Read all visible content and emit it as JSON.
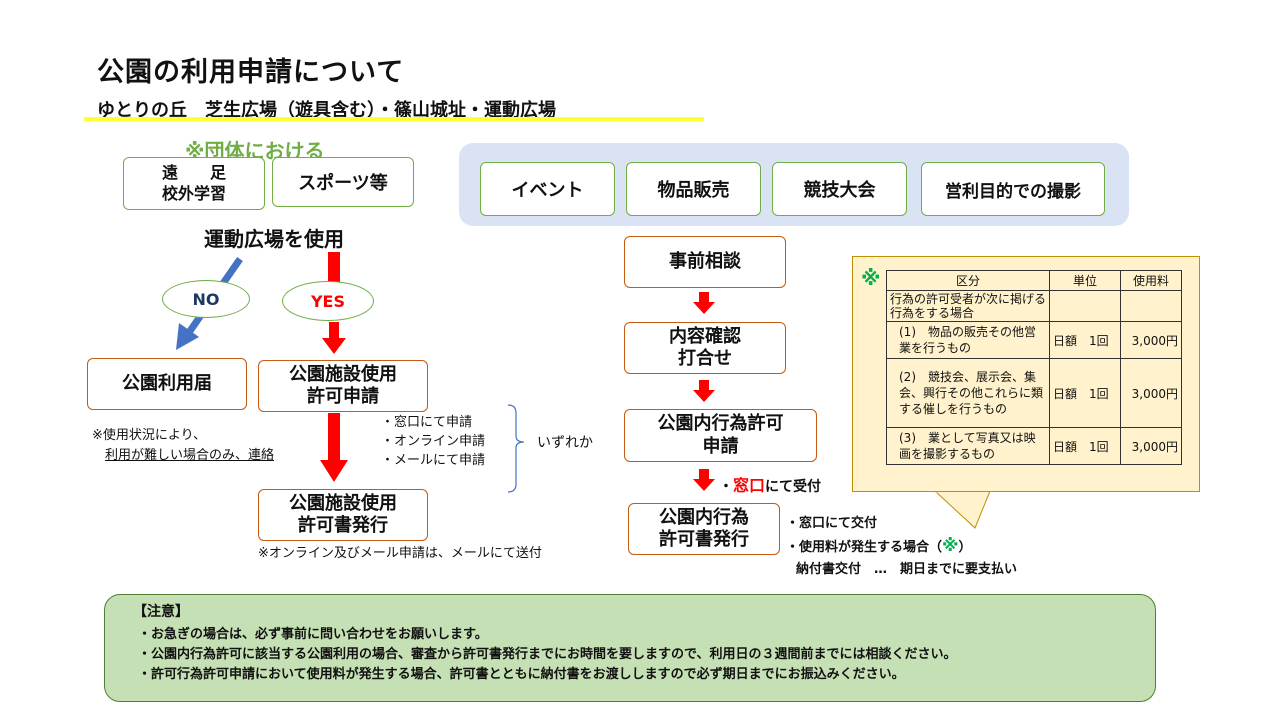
{
  "title": "公園の利用申請について",
  "subtitle": "ゆとりの丘　芝生広場（遊具含む）・篠山城址・運動広場",
  "group_note": "※団体における",
  "group_boxes": {
    "excursion_line1": "遠　　足",
    "excursion_line2": "校外学習",
    "sports": "スポーツ等"
  },
  "use_ground": "運動広場を使用",
  "no_label": "NO",
  "yes_label": "YES",
  "park_notice": "公園利用届",
  "usage_note_line1": "※使用状況により、",
  "usage_note_line2": "利用が難しい場合のみ、連絡",
  "facility_apply_line1": "公園施設使用",
  "facility_apply_line2": "許可申請",
  "apply_methods": [
    "・窓口にて申請",
    "・オンライン申請",
    "・メールにて申請"
  ],
  "either": "いずれか",
  "facility_issue_line1": "公園施設使用",
  "facility_issue_line2": "許可書発行",
  "online_note": "※オンライン及びメール申請は、メールにて送付",
  "events": [
    "イベント",
    "物品販売",
    "競技大会",
    "営利目的での撮影"
  ],
  "prior_consult": "事前相談",
  "confirm_line1": "内容確認",
  "confirm_line2": "打合せ",
  "act_apply_line1": "公園内行為許可",
  "act_apply_line2": "申請",
  "window_prefix": "・",
  "window_word": "窓口",
  "window_suffix": "にて受付",
  "act_issue_line1": "公園内行為",
  "act_issue_line2": "許可書発行",
  "issue_notes": {
    "line1": "・窓口にて交付",
    "line2_pre": "・使用料が発生する場合（",
    "line2_mark": "※",
    "line2_post": "）",
    "line3": "納付書交付　…　期日までに要支払い"
  },
  "fee_table": {
    "mark": "※",
    "headers": [
      "区分",
      "単位",
      "使用料"
    ],
    "intro": "行為の許可受者が次に掲げる行為をする場合",
    "rows": [
      {
        "desc": "(1)　物品の販売その他営業を行うもの",
        "unit": "日額　1回",
        "fee": "3,000円"
      },
      {
        "desc": "(2)　競技会、展示会、集会、興行その他これらに類する催しを行うもの",
        "unit": "日額　1回",
        "fee": "3,000円"
      },
      {
        "desc": "(3)　業として写真又は映画を撮影するもの",
        "unit": "日額　1回",
        "fee": "3,000円"
      }
    ]
  },
  "notice": {
    "heading": "【注意】",
    "items": [
      "・お急ぎの場合は、必ず事前に問い合わせをお願いします。",
      "・公園内行為許可に該当する公園利用の場合、審査から許可書発行までにお時間を要しますので、利用日の３週間前までには相談ください。",
      "・許可行為許可申請において使用料が発生する場合、許可書とともに納付書をお渡ししますので必ず期日までにお振込みください。"
    ]
  },
  "colors": {
    "red_arrow": "#ff0000",
    "blue_arrow": "#4472c4",
    "green_border": "#70ad47",
    "orange_border": "#c55a11",
    "panel_blue": "#dae3f3",
    "callout": "#fff2cc",
    "notice_bg": "#c5e0b4"
  }
}
